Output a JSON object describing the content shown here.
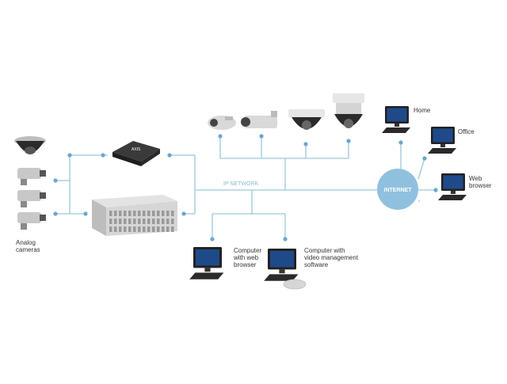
{
  "diagram": {
    "colors": {
      "line": "#9cc6dd",
      "dot": "#6aa8cc",
      "internet_bubble": "#8fc1de",
      "internet_text": "#ffffff",
      "network_label": "#8fb9d3",
      "text": "#333333",
      "monitor_frame": "#222222",
      "monitor_screen": "#1f4a8a"
    },
    "network_label": "IP NETWORK",
    "internet_label": "INTERNET",
    "analog_label": "Analog\ncameras",
    "computer_web_label": "Computer\nwith web\nbrowser",
    "computer_vms_label": "Computer with\nvideo management\nsoftware",
    "home_label": "Home",
    "office_label": "Office",
    "web_browser_label": "Web\nbrowser",
    "encoder_badge": "AXIS"
  }
}
